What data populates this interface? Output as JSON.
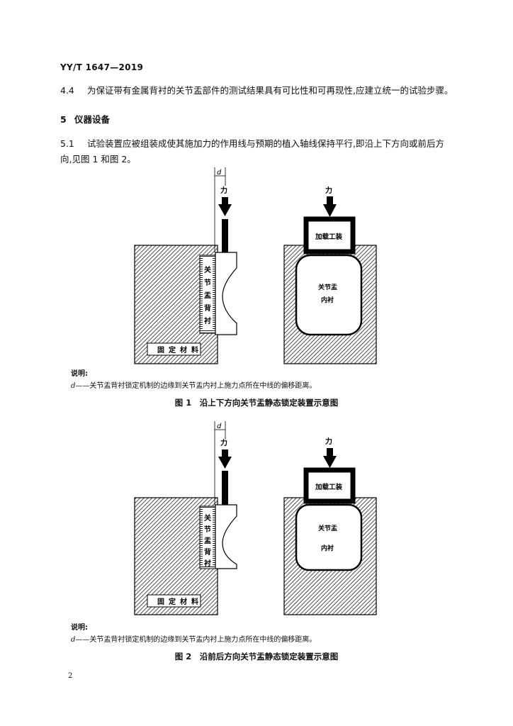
{
  "header": {
    "code": "YY/T 1647—2019"
  },
  "clause_4_4": {
    "num": "4.4",
    "text": "为保证带有金属背衬的关节盂部件的测试结果具有可比性和可再现性,应建立统一的试验步骤。"
  },
  "section_5": {
    "num": "5",
    "title": "仪器设备"
  },
  "clause_5_1": {
    "num": "5.1",
    "line1": "试验装置应被组装成使其施加力的作用线与预期的植入轴线保持平行,即沿上下方向或前后方",
    "line2": "向,见图 1 和图 2。"
  },
  "figure1": {
    "d_label": "d",
    "force_label": "力",
    "backing_label": [
      "关",
      "节",
      "盂",
      "背",
      "衬"
    ],
    "fixed_label": [
      "固",
      "定",
      "材",
      "料"
    ],
    "fixture_label": "加载工装",
    "liner_label_1": "关节盂",
    "liner_label_2": "内衬",
    "legend_title": "说明:",
    "legend_d": "d",
    "legend_text": "——关节盂背衬锁定机制的边缘到关节盂内衬上施力点所在中线的偏移距离。",
    "caption": "图 1　沿上下方向关节盂静态锁定装置示意图"
  },
  "figure2": {
    "d_label": "d",
    "force_label": "力",
    "backing_label": [
      "关",
      "节",
      "盂",
      "背",
      "衬"
    ],
    "fixed_label": [
      "固",
      "定",
      "材",
      "料"
    ],
    "fixture_label": "加载工装",
    "liner_label_1": "关节盂",
    "liner_label_2": "内衬",
    "legend_title": "说明:",
    "legend_d": "d",
    "legend_text": "——关节盂背衬锁定机制的边缘到关节盂内衬上施力点所在中线的偏移距离。",
    "caption": "图 2　沿前后方向关节盂静态锁定装置示意图"
  },
  "page_number": "2"
}
